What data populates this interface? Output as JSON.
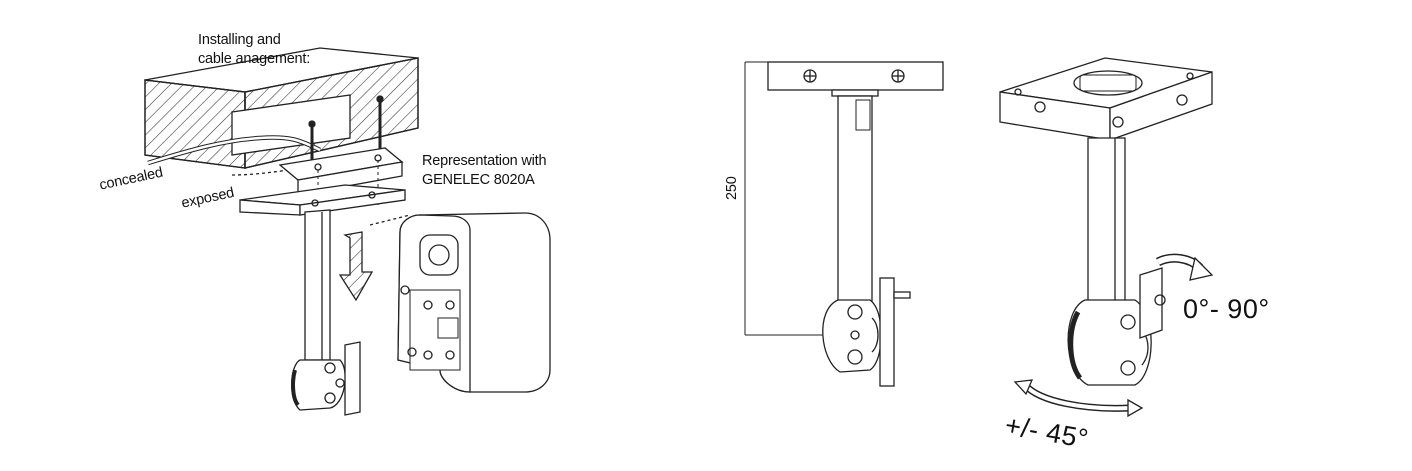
{
  "labels": {
    "installing_line1": "Installing and",
    "installing_line2": "cable anagement:",
    "concealed": "concealed",
    "exposed": "exposed",
    "representation_line1": "Representation with",
    "representation_line2": "GENELEC 8020A",
    "dimension": "250",
    "tilt_range": "0°- 90°",
    "rotation_range": "+/- 45°"
  }
}
